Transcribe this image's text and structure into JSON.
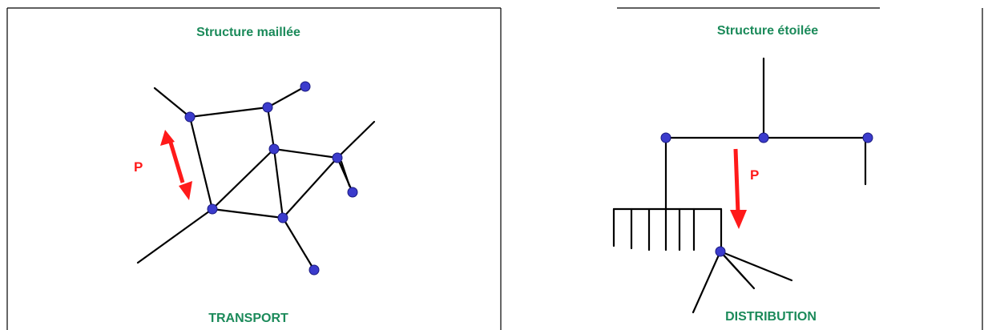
{
  "colors": {
    "title_green": "#1b8a5a",
    "arrow_red": "#ff1a1a",
    "node_blue": "#3b3bcc",
    "node_outline": "#1a1a80",
    "line_black": "#000000"
  },
  "left_panel": {
    "title": "Structure maillée",
    "caption": "TRANSPORT",
    "arrow_label": "P"
  },
  "right_panel": {
    "title": "Structure étoilée",
    "caption": "DISTRIBUTION",
    "arrow_label": "P"
  }
}
